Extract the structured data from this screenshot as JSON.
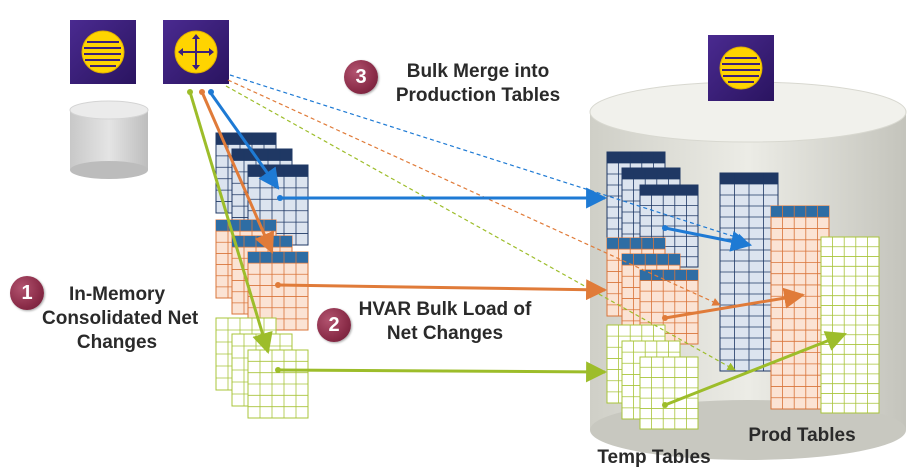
{
  "labels": {
    "step1_number": "1",
    "step1_line1": "In-Memory",
    "step1_line2": "Consolidated Net",
    "step1_line3": "Changes",
    "step2_number": "2",
    "step2_line1": "HVAR Bulk Load of",
    "step2_line2": "Net Changes",
    "step3_number": "3",
    "step3_line1": "Bulk Merge into",
    "step3_line2": "Production Tables",
    "temp_tables": "Temp Tables",
    "prod_tables": "Prod Tables"
  },
  "icons": {
    "source_server": "list-icon",
    "replication_agent": "four-way-arrows-icon",
    "target_server": "list-icon"
  },
  "colors": {
    "blue": "#1e7ad4",
    "orange": "#e07b39",
    "green": "#9dbd2a",
    "navy": "#1f3864",
    "server_purple": "#3b1f7a",
    "step_badge": "#8a2c48"
  }
}
